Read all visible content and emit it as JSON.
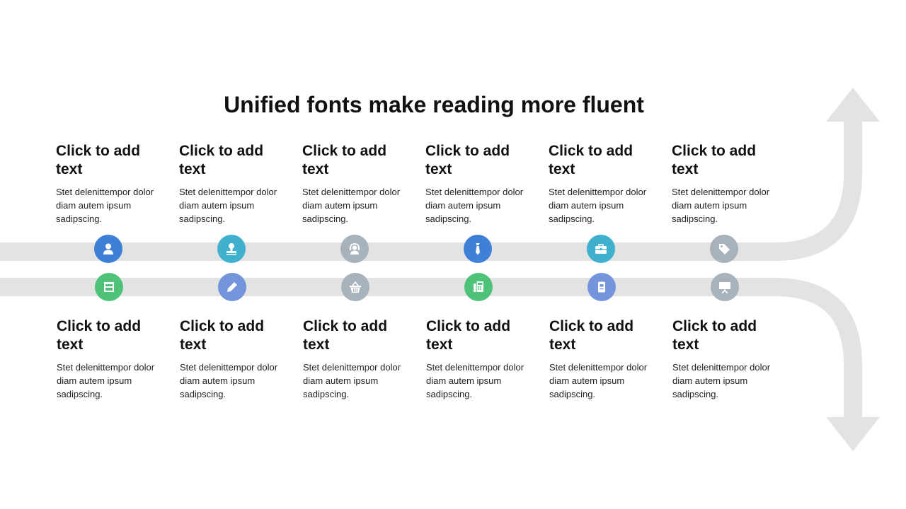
{
  "slide": {
    "title": "Unified fonts make reading more fluent"
  },
  "colors": {
    "track": "#e3e3e3",
    "blue": "#3e7fd8",
    "teal": "#3fb1cf",
    "gray": "#a8b2bb",
    "green": "#4fc27a",
    "periwinkle": "#7494dc"
  },
  "top_items": [
    {
      "heading": "Click to add\ntext",
      "body": "Stet delenittempor dolor diam autem ipsum sadipscing.",
      "icon": "user-icon"
    },
    {
      "heading": "Click to add\ntext",
      "body": "Stet delenittempor dolor diam autem ipsum sadipscing.",
      "icon": "stamp-icon"
    },
    {
      "heading": "Click to add\ntext",
      "body": "Stet delenittempor dolor diam autem ipsum sadipscing.",
      "icon": "headset-icon"
    },
    {
      "heading": "Click to add\ntext",
      "body": "Stet delenittempor dolor diam autem ipsum sadipscing.",
      "icon": "tie-icon"
    },
    {
      "heading": "Click to add\ntext",
      "body": "Stet delenittempor dolor diam autem ipsum sadipscing.",
      "icon": "briefcase-icon"
    },
    {
      "heading": "Click to add\ntext",
      "body": "Stet delenittempor dolor diam autem ipsum sadipscing.",
      "icon": "tag-icon"
    }
  ],
  "bottom_items": [
    {
      "heading": "Click to add\ntext",
      "body": "Stet delenittempor dolor diam autem ipsum sadipscing.",
      "icon": "shop-icon"
    },
    {
      "heading": "Click to add\ntext",
      "body": "Stet delenittempor dolor diam autem ipsum sadipscing.",
      "icon": "pencil-icon"
    },
    {
      "heading": "Click to add\ntext",
      "body": "Stet delenittempor dolor diam autem ipsum sadipscing.",
      "icon": "basket-icon"
    },
    {
      "heading": "Click to add\ntext",
      "body": "Stet delenittempor dolor diam autem ipsum sadipscing.",
      "icon": "fax-icon"
    },
    {
      "heading": "Click to add\ntext",
      "body": "Stet delenittempor dolor diam autem ipsum sadipscing.",
      "icon": "document-icon"
    },
    {
      "heading": "Click to add\ntext",
      "body": "Stet delenittempor dolor diam autem ipsum sadipscing.",
      "icon": "presentation-icon"
    }
  ]
}
